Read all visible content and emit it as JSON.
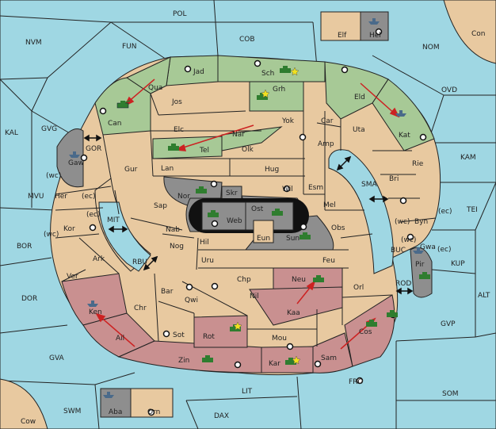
{
  "board": {
    "colors": {
      "sea": "#9fd7e3",
      "land": "#e8c9a0",
      "green": "#a7c996",
      "rose": "#c99090",
      "gray": "#8e8e8e",
      "arrow": "#cc2222"
    },
    "sea_labels": [
      "POL",
      "NVM",
      "FUN",
      "COB",
      "NOM",
      "Con",
      "OVD",
      "KAL",
      "GVG",
      "KAM",
      "GOR",
      "MVU",
      "MIT",
      "SMA",
      "TEI",
      "BOR",
      "RBU",
      "KUP",
      "BUC",
      "ALT",
      "DOR",
      "ROD",
      "GVP",
      "GVA",
      "FRO",
      "SOM",
      "LIT",
      "SWM",
      "DAX",
      "Cow"
    ],
    "land_labels": [
      "Elf",
      "Hel",
      "Jad",
      "Sch",
      "Qua",
      "Jos",
      "Grh",
      "Eld",
      "Can",
      "Yok",
      "Car",
      "Elc",
      "Nar",
      "Uta",
      "Tel",
      "Olk",
      "Amp",
      "Kat",
      "Gaw",
      "Gur",
      "Lan",
      "Hug",
      "Rie",
      "Bri",
      "Esm",
      "Wil",
      "Her",
      "Nor",
      "Skr",
      "Ost",
      "Mel",
      "Byn",
      "Sap",
      "Web",
      "Kor",
      "Nab",
      "Eun",
      "Sun",
      "Obs",
      "Gwa",
      "Hil",
      "Nog",
      "Ark",
      "Uru",
      "Feu",
      "Pir",
      "Ver",
      "Chp",
      "Neu",
      "Bar",
      "Qwi",
      "Nil",
      "Orl",
      "Ken",
      "Chr",
      "Kaa",
      "Ail",
      "Sot",
      "Rot",
      "Mou",
      "Cos",
      "Zin",
      "Kar",
      "Sam",
      "Aba",
      "Orn"
    ],
    "coast_labels": [
      "(wc)",
      "(ec)",
      "(ec)",
      "(wc)",
      "(wc)",
      "(ec)",
      "(wc)",
      "(ec)"
    ]
  }
}
